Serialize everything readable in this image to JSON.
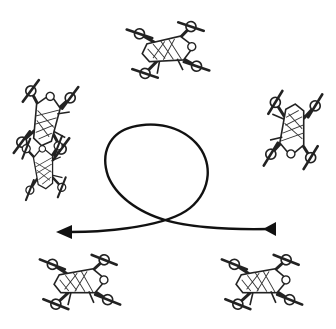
{
  "figure": {
    "flight_path": {
      "shape": "loop",
      "start_marker": "triangle-arrowhead",
      "end_marker": "arrowhead",
      "direction": "right-to-left"
    },
    "drone_icon": "quadcopter-drone-icon",
    "drone_count": 6,
    "colors": {
      "line": "#111111",
      "background": "#ffffff",
      "drone_body": "#ffffff",
      "drone_outline": "#222222"
    }
  }
}
